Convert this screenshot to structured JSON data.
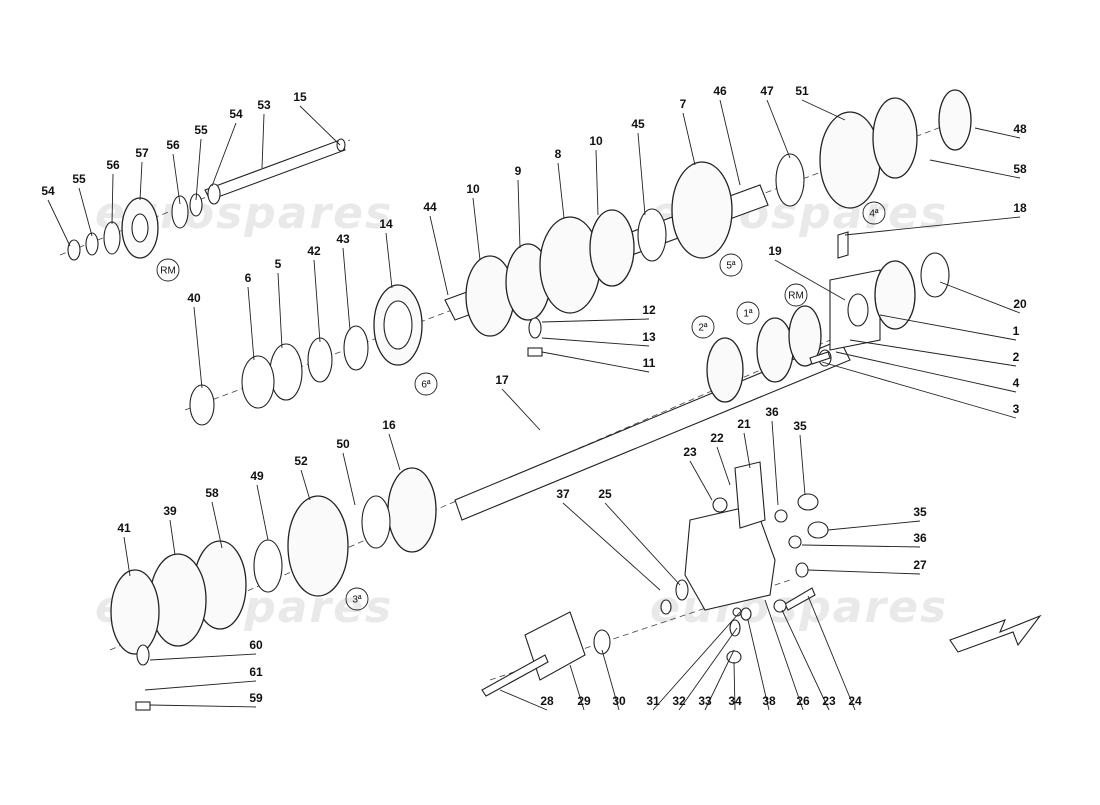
{
  "watermark": {
    "text": "eurospares"
  },
  "callouts": [
    "15",
    "53",
    "54",
    "55",
    "56",
    "57",
    "56",
    "55",
    "54",
    "RM",
    "7",
    "46",
    "47",
    "51",
    "48",
    "58",
    "45",
    "10",
    "8",
    "9",
    "10",
    "44",
    "14",
    "43",
    "42",
    "5",
    "6",
    "40",
    "4ª",
    "18",
    "19",
    "20",
    "1",
    "2",
    "4",
    "3",
    "5ª",
    "RM",
    "1ª",
    "2ª",
    "6ª",
    "12",
    "13",
    "11",
    "17",
    "16",
    "50",
    "52",
    "49",
    "58",
    "39",
    "41",
    "3ª",
    "60",
    "61",
    "59",
    "23",
    "22",
    "21",
    "36",
    "35",
    "37",
    "25",
    "35",
    "36",
    "27",
    "28",
    "29",
    "30",
    "31",
    "32",
    "33",
    "34",
    "38",
    "26",
    "23",
    "24"
  ]
}
